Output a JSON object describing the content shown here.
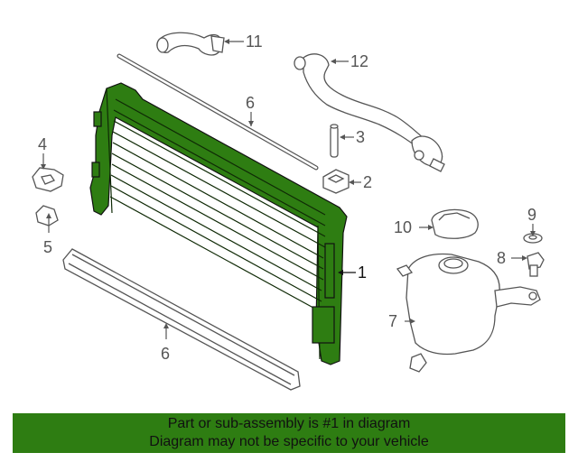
{
  "colors": {
    "highlight": "#2e7d12",
    "line": "#555555",
    "banner_bg": "#2e7d12"
  },
  "callouts": {
    "c1": "1",
    "c2": "2",
    "c3": "3",
    "c4": "4",
    "c5": "5",
    "c6_top": "6",
    "c6_bottom": "6",
    "c7": "7",
    "c8": "8",
    "c9": "9",
    "c10": "10",
    "c11": "11",
    "c12": "12"
  },
  "banner": {
    "line1": "Part or sub-assembly is #1 in diagram",
    "line2": "Diagram may not be specific to your vehicle"
  }
}
